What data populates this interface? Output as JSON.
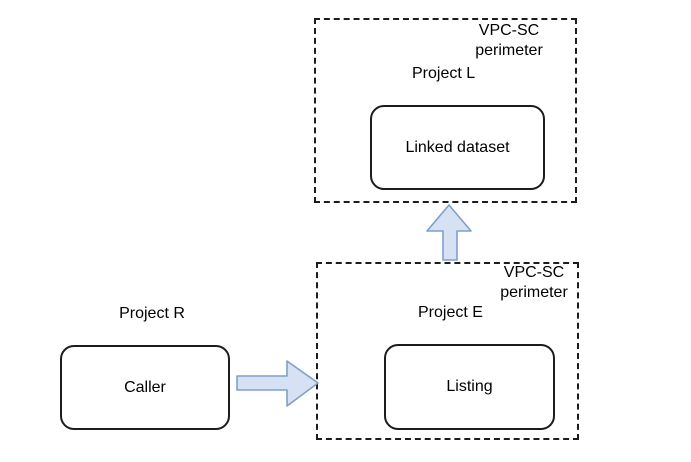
{
  "diagram": {
    "type": "architecture-diagram",
    "topic": "VPC-SC perimeters with linked dataset sharing",
    "colors": {
      "background": "#ffffff",
      "box_border": "#1c1c1c",
      "text": "#000000",
      "arrow_fill": "#d6e2f3",
      "arrow_stroke": "#7e9fcc"
    },
    "perimeter_top": {
      "label_line1": "VPC-SC",
      "label_line2": "perimeter",
      "project_label": "Project L",
      "node_label": "Linked dataset"
    },
    "perimeter_bottom": {
      "label_line1": "VPC-SC",
      "label_line2": "perimeter",
      "project_label": "Project E",
      "node_label": "Listing"
    },
    "external_project": {
      "project_label": "Project R",
      "node_label": "Caller"
    },
    "arrows": [
      {
        "name": "caller-to-listing-perimeter",
        "direction": "right"
      },
      {
        "name": "listing-to-linked-dataset-perimeter",
        "direction": "up"
      }
    ]
  }
}
